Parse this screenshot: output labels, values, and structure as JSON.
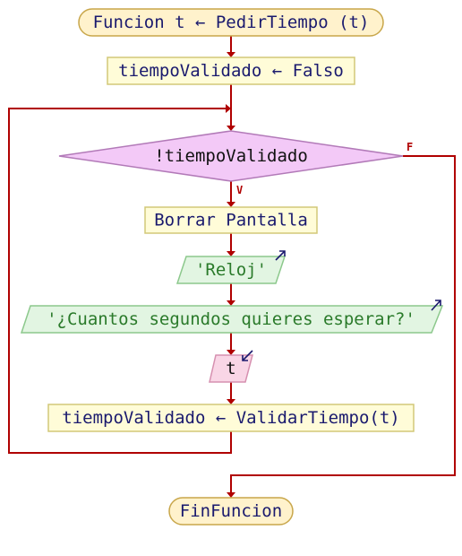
{
  "colors": {
    "connector": "#b00000",
    "terminal_fill": "#fff2cc",
    "process_fill": "#fffcd8",
    "decision_fill": "#f3c9f7",
    "output_fill": "#e2f5e2",
    "input_fill": "#f9d6e6",
    "io_arrow": "#1a1a6e"
  },
  "flowchart": {
    "start": "Funcion t ← PedirTiempo (t)",
    "init": "tiempoValidado ← Falso",
    "condition": "!tiempoValidado",
    "false_label": "F",
    "true_label": "V",
    "clear": "Borrar Pantalla",
    "output_1": "'Reloj'",
    "output_2": "'¿Cuantos segundos quieres esperar?'",
    "input": "t",
    "assign": "tiempoValidado ← ValidarTiempo(t)",
    "end": "FinFuncion"
  }
}
